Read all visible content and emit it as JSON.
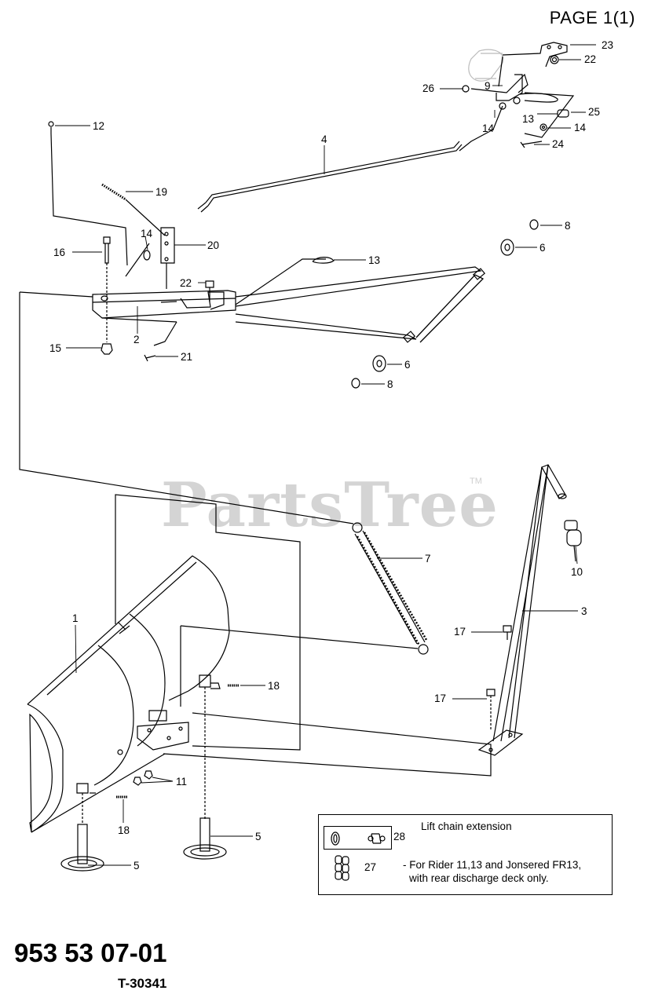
{
  "header": {
    "page_label": "PAGE 1(1)"
  },
  "footer": {
    "part_number": "953 53 07-01",
    "drawing_number": "T-30341"
  },
  "watermark": {
    "text": "PartsTree",
    "tm": "TM",
    "color": "#d4d4d4"
  },
  "callouts": {
    "c23": "23",
    "c22a": "22",
    "c26": "26",
    "c9": "9",
    "c13a": "13",
    "c25": "25",
    "c14a": "14",
    "c14b": "14",
    "c24": "24",
    "c4": "4",
    "c12": "12",
    "c19": "19",
    "c14c": "14",
    "c20": "20",
    "c16": "16",
    "c8a": "8",
    "c6a": "6",
    "c13b": "13",
    "c22b": "22",
    "c2": "2",
    "c15": "15",
    "c21": "21",
    "c6b": "6",
    "c8b": "8",
    "c7": "7",
    "c10": "10",
    "c3": "3",
    "c1": "1",
    "c17a": "17",
    "c17b": "17",
    "c18a": "18",
    "c11": "11",
    "c18b": "18",
    "c5a": "5",
    "c5b": "5"
  },
  "note": {
    "title": "Lift chain extension",
    "item_28": "28",
    "item_27": "27",
    "line1": "- For Rider 11,13 and  Jonsered FR13,",
    "line2": "with rear discharge deck only."
  }
}
